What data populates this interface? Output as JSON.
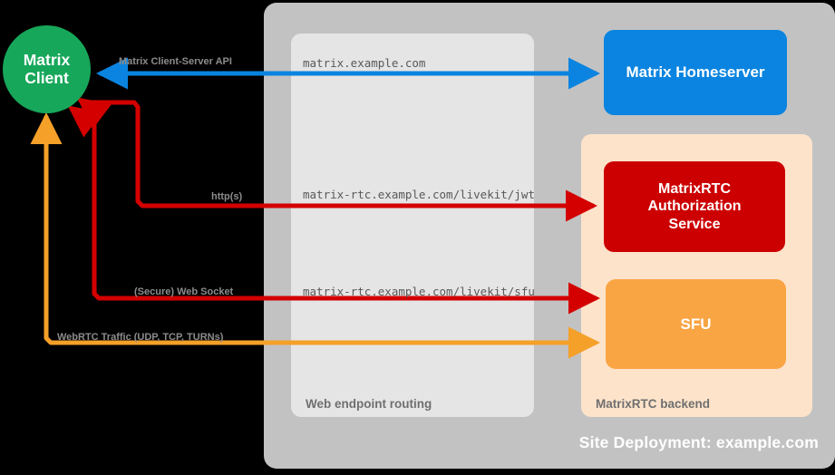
{
  "diagram": {
    "title": "Site Deployment: example.com",
    "background": "#000000"
  },
  "containers": {
    "site": {
      "label": "Site Deployment: example.com",
      "color": "#c2c2c2"
    },
    "routing": {
      "label": "Web endpoint routing",
      "color": "#e5e5e5"
    },
    "backend": {
      "label": "MatrixRTC backend",
      "color": "#fde3ca"
    }
  },
  "nodes": {
    "client": {
      "line1": "Matrix",
      "line2": "Client",
      "color": "#17a75a",
      "shape": "circle"
    },
    "homeserver": {
      "label": "Matrix Homeserver",
      "color": "#0a84e0",
      "shape": "rounded-rect"
    },
    "auth": {
      "line1": "MatrixRTC",
      "line2": "Authorization",
      "line3": "Service",
      "color": "#cc0000",
      "shape": "rounded-rect"
    },
    "sfu": {
      "label": "SFU",
      "color": "#f9a544",
      "shape": "rounded-rect"
    }
  },
  "endpoints": {
    "client_server": "matrix.example.com",
    "livekit_jwt": "matrix-rtc.example.com/livekit/jwt",
    "livekit_sfu": "matrix-rtc.example.com/livekit/sfu"
  },
  "connections": [
    {
      "id": "client-server-api",
      "protocol": "Matrix Client-Server API",
      "endpoint": "matrix.example.com",
      "from": "client",
      "to": "homeserver",
      "color": "#0a84e0",
      "direction": "bidirectional"
    },
    {
      "id": "jwt-auth",
      "protocol": "http(s)",
      "endpoint": "matrix-rtc.example.com/livekit/jwt",
      "from": "client",
      "to": "auth",
      "color": "#d40000",
      "direction": "bidirectional"
    },
    {
      "id": "sfu-websocket",
      "protocol": "(Secure) Web Socket",
      "endpoint": "matrix-rtc.example.com/livekit/sfu",
      "from": "client",
      "to": "sfu",
      "color": "#d40000",
      "direction": "bidirectional"
    },
    {
      "id": "webrtc-media",
      "protocol": "WebRTC Traffic (UDP, TCP, TURNs)",
      "endpoint": "",
      "from": "client",
      "to": "sfu",
      "color": "#f5a028",
      "direction": "bidirectional"
    }
  ]
}
